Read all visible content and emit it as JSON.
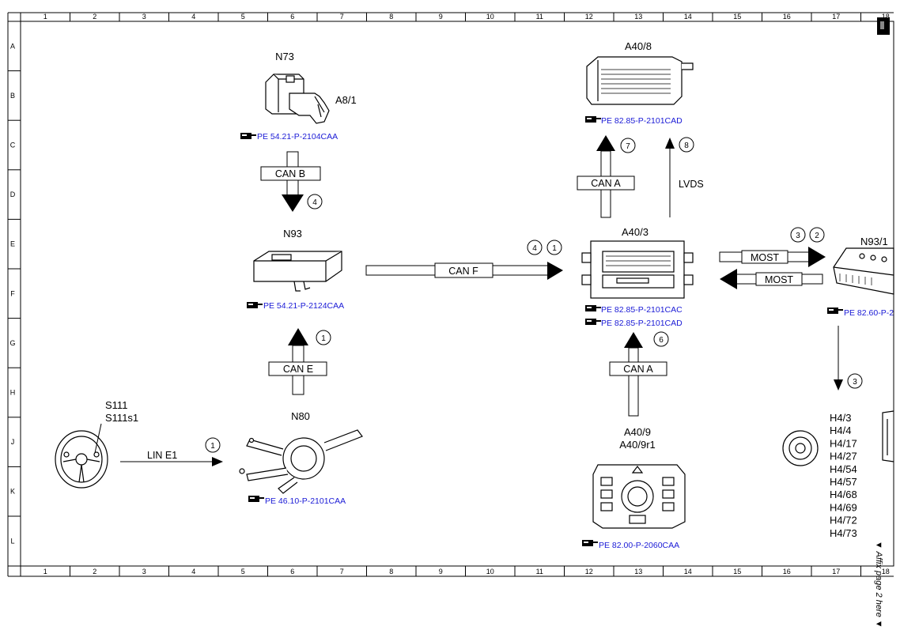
{
  "grid": {
    "cols": [
      "1",
      "2",
      "3",
      "4",
      "5",
      "6",
      "7",
      "8",
      "9",
      "10",
      "11",
      "12",
      "13",
      "14",
      "15",
      "16",
      "17",
      "18"
    ],
    "rows": [
      "A",
      "B",
      "C",
      "D",
      "E",
      "F",
      "G",
      "H",
      "J",
      "K",
      "L"
    ]
  },
  "components": {
    "n73": {
      "label": "N73",
      "sub": "A8/1",
      "ref": "PE 54.21-P-2104CAA"
    },
    "n93": {
      "label": "N93",
      "ref": "PE 54.21-P-2124CAA"
    },
    "n80": {
      "label": "N80",
      "ref": "PE 46.10-P-2101CAA"
    },
    "s111": {
      "label1": "S111",
      "label2": "S111s1"
    },
    "a40_8": {
      "label": "A40/8",
      "ref": "PE 82.85-P-2101CAD"
    },
    "a40_3": {
      "label": "A40/3",
      "ref1": "PE 82.85-P-2101CAC",
      "ref2": "PE 82.85-P-2101CAD"
    },
    "a40_9": {
      "label1": "A40/9",
      "label2": "A40/9r1",
      "ref": "PE 82.00-P-2060CAA"
    },
    "n93_1": {
      "label": "N93/1",
      "ref": "PE 82.60-P-2"
    },
    "speakers": {
      "items": [
        "H4/3",
        "H4/4",
        "H4/17",
        "H4/27",
        "H4/54",
        "H4/57",
        "H4/68",
        "H4/69",
        "H4/72",
        "H4/73"
      ]
    }
  },
  "buses": {
    "can_b": {
      "label": "CAN B",
      "num": "4"
    },
    "can_e": {
      "label": "CAN E",
      "num": "1"
    },
    "can_f": {
      "label": "CAN F",
      "num1": "4",
      "num2": "1"
    },
    "lin_e1": {
      "label": "LIN E1",
      "num": "1"
    },
    "can_a_top": {
      "label": "CAN A",
      "num": "7"
    },
    "lvds": {
      "label": "LVDS",
      "num": "8"
    },
    "can_a_bottom": {
      "label": "CAN A",
      "num": "6"
    },
    "most_out": {
      "label": "MOST",
      "num1": "3",
      "num2": "2"
    },
    "most_in": {
      "label": "MOST"
    },
    "n93_1_down": {
      "num": "3"
    }
  },
  "affix_note": "Affix page 2 here",
  "colors": {
    "reference_link": "#1a1ad6",
    "line": "#000000",
    "background": "#ffffff"
  }
}
